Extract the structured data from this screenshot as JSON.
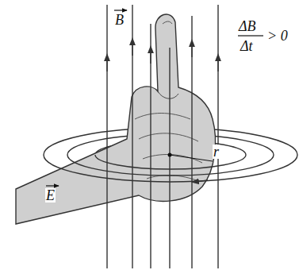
{
  "diagram": {
    "labels": [
      "B",
      "ΔB",
      "Δt",
      "> 0",
      "E",
      "r"
    ]
  }
}
